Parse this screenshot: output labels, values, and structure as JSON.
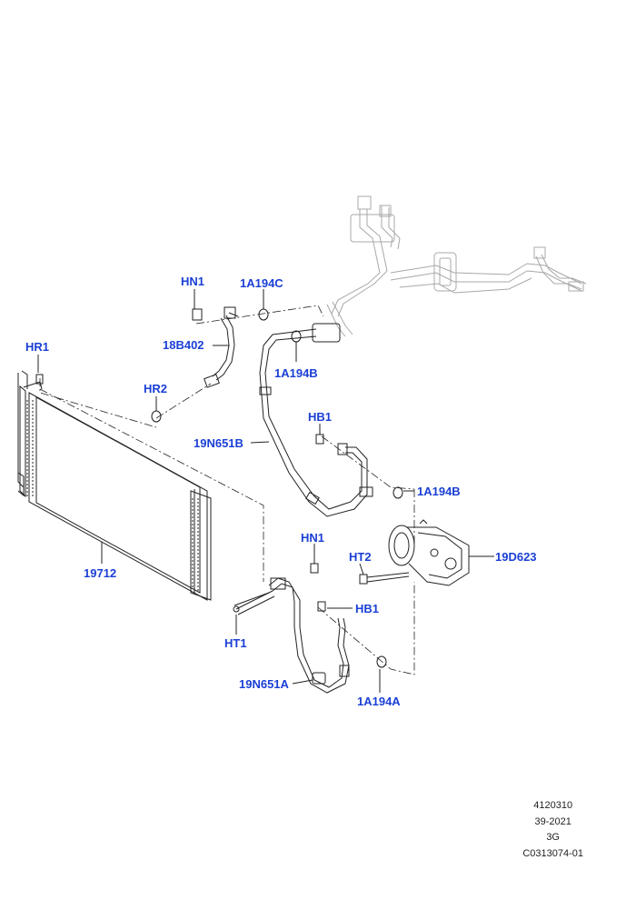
{
  "labels": {
    "hn1_top": "HN1",
    "a194c": "1A194C",
    "b402": "18B402",
    "a194b_top": "1A194B",
    "hr1": "HR1",
    "hr2": "HR2",
    "hb1_top": "HB1",
    "n651b": "19N651B",
    "a194b_mid": "1A194B",
    "d623": "19D623",
    "ht2": "HT2",
    "hn1_bottom": "HN1",
    "hb1_bottom": "HB1",
    "p19712": "19712",
    "ht1": "HT1",
    "n651a": "19N651A",
    "a194a": "1A194A"
  },
  "footer": {
    "line1": "4120310",
    "line2": "39-2021",
    "line3": "3G",
    "line4": "C0313074-01"
  },
  "colors": {
    "label": "#1a3fd6",
    "line": "#222222",
    "ghost": "#a8a8a8"
  }
}
